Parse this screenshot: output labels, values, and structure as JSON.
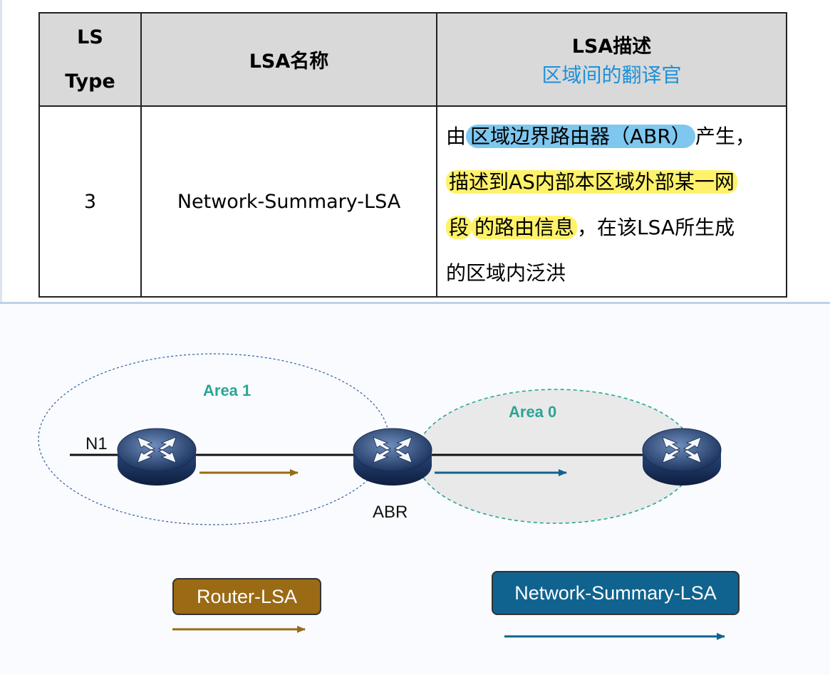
{
  "table": {
    "headers": {
      "ls_type": "LS Type",
      "ls_type_line1": "LS",
      "ls_type_line2": "Type",
      "lsa_name": "LSA名称",
      "lsa_desc": "LSA描述",
      "lsa_desc_sub": "区域间的翻译官"
    },
    "row": {
      "ls_type": "3",
      "lsa_name": "Network-Summary-LSA",
      "desc_part1": "由",
      "desc_hl_blue": "区域边界路由器（ABR）",
      "desc_part2": "产生，",
      "desc_hl_yellow1": "描述到AS内部本区域外部某一网段的路由",
      "desc_hl_yellow1_a": "描述到AS内部本区域外部某一网",
      "desc_hl_yellow1_b": "段",
      "desc_hl_yellow2": "的路由信息",
      "desc_part3": "，在该LSA所生成",
      "desc_part4": "的区域内泛洪"
    }
  },
  "diagram": {
    "area1_label": "Area 1",
    "area0_label": "Area 0",
    "network_label": "N1",
    "abr_label": "ABR",
    "legend_router_lsa": "Router-LSA",
    "legend_summary_lsa": "Network-Summary-LSA",
    "colors": {
      "router_lsa": "#9a6a14",
      "summary_lsa": "#10638f",
      "area_label": "#2aa596",
      "area0_fill": "#e9e9e9"
    },
    "icons": [
      "router-icon",
      "router-icon",
      "router-icon"
    ]
  }
}
